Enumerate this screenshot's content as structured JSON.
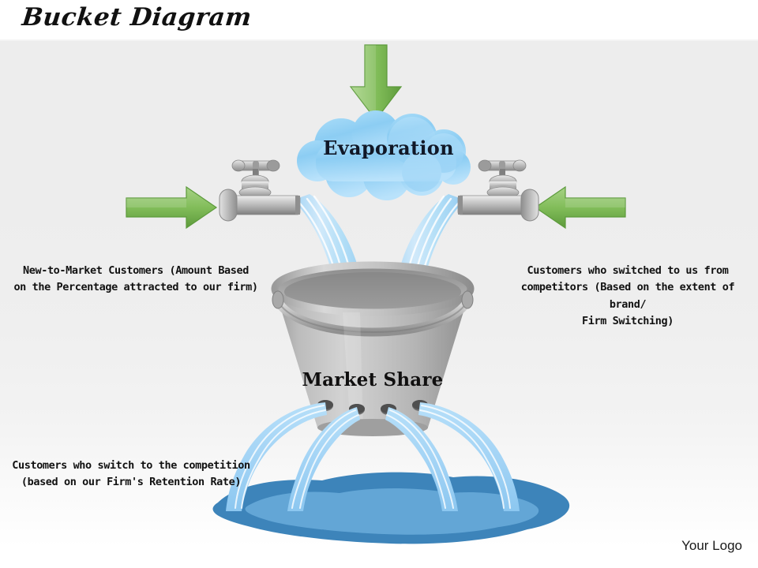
{
  "slide": {
    "title": "Bucket Diagram",
    "background_top": "#ffffff",
    "background_body": "#ededed"
  },
  "diagram": {
    "cloud": {
      "label": "Evaporation",
      "color": "#8ecdf5",
      "color_light": "#bfe3fa"
    },
    "bucket": {
      "label": "Market Share",
      "color": "#b0b0b0",
      "holes": 4
    },
    "puddle": {
      "color_outer": "#3d84ba",
      "color_inner": "#63a6d6"
    },
    "water": {
      "color": "#a6d6f5",
      "highlight": "#ffffff"
    },
    "faucets": [
      {
        "name": "faucet-left",
        "orientation": "left"
      },
      {
        "name": "faucet-right",
        "orientation": "right"
      }
    ],
    "arrows": [
      {
        "name": "arrow-top",
        "direction": "down",
        "color": "#7cb75c"
      },
      {
        "name": "arrow-left",
        "direction": "right",
        "color": "#7cb75c"
      },
      {
        "name": "arrow-right",
        "direction": "left",
        "color": "#7cb75c"
      }
    ],
    "annotations": {
      "left": "New-to-Market  Customers  (Amount Based\non the  Percentage  attracted  to  our firm)",
      "right": "Customers  who switched  to us from\ncompetitors  (Based on the  extent  of brand/\nFirm  Switching)",
      "bottom": "Customers  who switch  to the  competition\n(based on our Firm's  Retention  Rate)"
    }
  },
  "footer": {
    "logo_text": "Your Logo"
  }
}
